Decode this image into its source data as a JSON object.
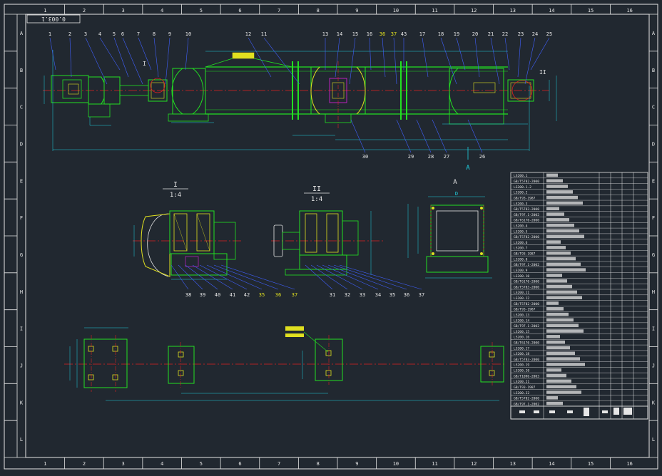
{
  "drawing": {
    "stamp": "0.003.1",
    "col_labels": [
      "1",
      "2",
      "3",
      "4",
      "5",
      "6",
      "7",
      "8",
      "9",
      "10",
      "11",
      "12",
      "13",
      "14",
      "15",
      "16"
    ],
    "row_labels": [
      "A",
      "B",
      "C",
      "D",
      "E",
      "F",
      "G",
      "H",
      "I",
      "J",
      "K",
      "L"
    ],
    "callouts_top": [
      "1",
      "2",
      "3",
      "4",
      "5",
      "6",
      "7",
      "8",
      "9",
      "10",
      "12",
      "11",
      "13",
      "14",
      "15",
      "16",
      "36",
      "37",
      "43",
      "17",
      "18",
      "19",
      "20",
      "21",
      "22",
      "23",
      "24",
      "25"
    ],
    "callouts_bottom": [
      "30",
      "29",
      "28",
      "27",
      "26"
    ],
    "section_A_label": "A",
    "detail_1_title": "I",
    "detail_1_scale": "1:4",
    "detail_2_title": "II",
    "detail_2_scale": "1:4",
    "view_A_title": "A",
    "view_A_dim": "D",
    "detail_1_callouts": [
      "38",
      "39",
      "40",
      "41",
      "42",
      "35",
      "36",
      "37"
    ],
    "detail_2_callouts": [
      "31",
      "32",
      "33",
      "34",
      "35",
      "36",
      "37"
    ]
  },
  "bom": {
    "rows": [
      "LS200.1",
      "GB/T5782-2000",
      "LS200.1.2",
      "LS200.2",
      "GB/T93-1987",
      "LS200.3",
      "GB/T5783-2000",
      "GB/T97.1-2002",
      "GB/T6170-2000",
      "LS200.4",
      "LS200.5",
      "GB/T5782-2000",
      "LS200.6",
      "LS200.7",
      "GB/T93-1987",
      "LS200.8",
      "GB/T97.1-2002",
      "LS200.9",
      "LS200.10",
      "GB/T6170-2000",
      "GB/T5783-2000",
      "LS200.11",
      "LS200.12",
      "GB/T5782-2000",
      "GB/T93-1987",
      "LS200.13",
      "LS200.14",
      "GB/T97.1-2002",
      "LS200.15",
      "LS200.16",
      "GB/T6170-2000",
      "LS200.17",
      "LS200.18",
      "GB/T5783-2000",
      "LS200.19",
      "LS200.20",
      "GB/T1096-2003",
      "LS200.21",
      "GB/T93-1987",
      "LS200.22",
      "GB/T5782-2000",
      "GB/T97.1-2002"
    ]
  },
  "colors": {
    "background": "#212830",
    "frame": "#e6e6e6",
    "outline": "#22e022",
    "center": "#e02020",
    "dimension": "#20d0e0",
    "hatch": "#e0e020",
    "leader": "#4060ff",
    "magenta": "#e020e0"
  }
}
